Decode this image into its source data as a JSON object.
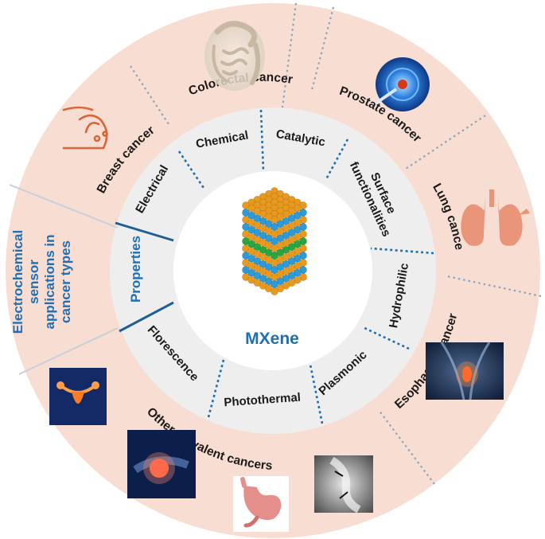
{
  "center_label": "MXene",
  "side_label_lines": [
    "Electrochemical",
    "sensor",
    "applications in",
    "cancer types"
  ],
  "properties_label": "Properties",
  "inner_ring": [
    {
      "label": "Chemical"
    },
    {
      "label": "Catalytic"
    },
    {
      "label": "Surface functionalities",
      "lines": [
        "Surface",
        "functionalities"
      ]
    },
    {
      "label": "Hydrophilic"
    },
    {
      "label": "Plasmonic"
    },
    {
      "label": "Photothermal"
    },
    {
      "label": "Florescence"
    },
    {
      "label": "Electrical"
    }
  ],
  "outer_ring": [
    {
      "label": "Colorectal cancer"
    },
    {
      "label": "Prostate cancer"
    },
    {
      "label": "Lung cancer"
    },
    {
      "label": "Esophageal cancer"
    },
    {
      "label": "Other prevalent cancers"
    },
    {
      "label": "Breast cancer"
    }
  ],
  "icons": [
    {
      "name": "intestine-icon"
    },
    {
      "name": "prostate-scan-icon"
    },
    {
      "name": "lungs-icon"
    },
    {
      "name": "esophagus-xray-icon"
    },
    {
      "name": "bone-xray-icon"
    },
    {
      "name": "stomach-icon"
    },
    {
      "name": "pancreas-icon"
    },
    {
      "name": "cervical-icon"
    },
    {
      "name": "breast-icon"
    }
  ],
  "colors": {
    "outer_ring": "#f8ddd2",
    "inner_ring": "#eeeeee",
    "center": "#ffffff",
    "accent_blue": "#1f6fb5",
    "divider": "#8aa5bd"
  }
}
